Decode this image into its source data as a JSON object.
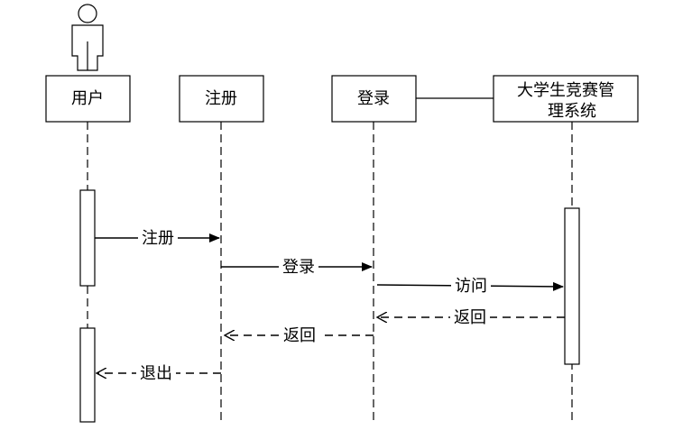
{
  "participants": [
    {
      "id": "user",
      "label": "用户"
    },
    {
      "id": "register",
      "label": "注册"
    },
    {
      "id": "login",
      "label": "登录"
    },
    {
      "id": "system",
      "label_line1": "大学生竞赛管",
      "label_line2": "理系统"
    }
  ],
  "messages": [
    {
      "id": "msg-register",
      "label": "注册",
      "style": "solid"
    },
    {
      "id": "msg-login",
      "label": "登录",
      "style": "solid"
    },
    {
      "id": "msg-access",
      "label": "访问",
      "style": "solid"
    },
    {
      "id": "msg-return-system",
      "label": "返回",
      "style": "dashed"
    },
    {
      "id": "msg-return-login",
      "label": "返回",
      "style": "dashed"
    },
    {
      "id": "msg-logout",
      "label": "退出",
      "style": "dashed"
    }
  ]
}
